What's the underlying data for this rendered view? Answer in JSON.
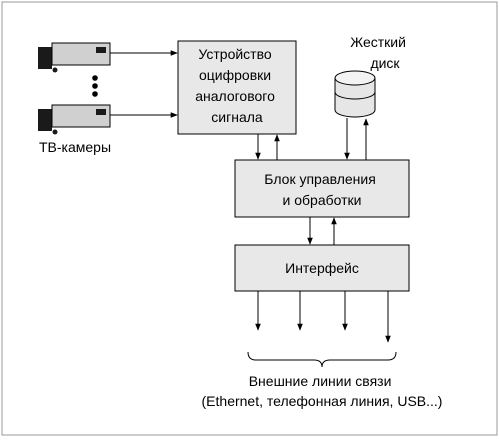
{
  "blocks": {
    "digitizer": [
      "Устройство",
      "оцифровки",
      "аналогового",
      "сигнала"
    ],
    "hdd": [
      "Жесткий",
      "диск"
    ],
    "control": [
      "Блок управления",
      "и обработки"
    ],
    "interface": [
      "Интерфейс"
    ]
  },
  "cameras_label": "ТВ-камеры",
  "external_lines": [
    "Внешние линии связи",
    "(Ethernet, телефонная линия, USB...)"
  ],
  "colors": {
    "box_fill": "#e8e8e8",
    "stroke": "#000000",
    "camera_body": "#d0d0d0",
    "camera_dark": "#1a1a1a",
    "disk_fill": "#e6e6e6"
  }
}
